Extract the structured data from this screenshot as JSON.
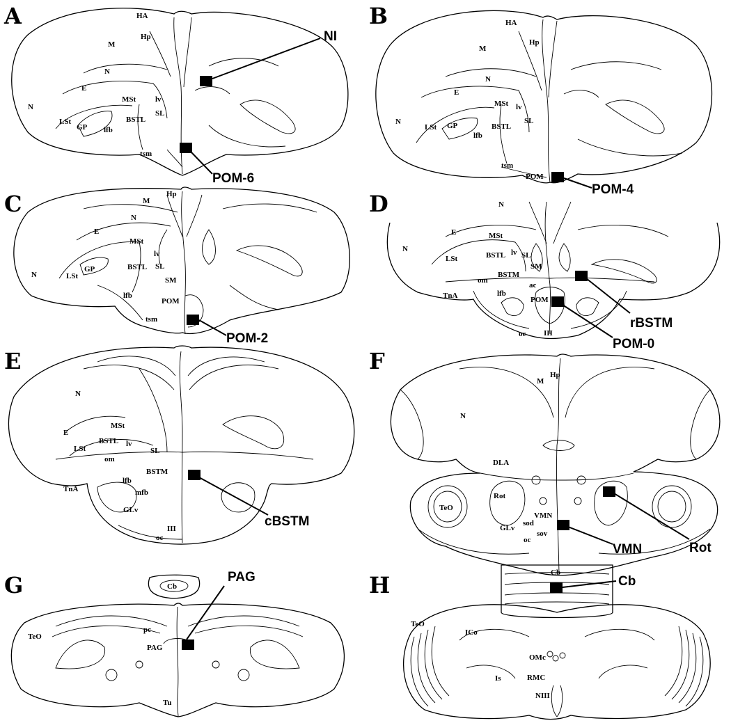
{
  "figure": {
    "panels": [
      {
        "letter": "A",
        "labels": [
          "HA",
          "Hp",
          "M",
          "N",
          "N",
          "E",
          "MSt",
          "lv",
          "SL",
          "BSTL",
          "LSt",
          "GP",
          "lfb",
          "tsm"
        ],
        "callouts": [
          "NI",
          "POM-6"
        ]
      },
      {
        "letter": "B",
        "labels": [
          "HA",
          "Hp",
          "M",
          "N",
          "N",
          "E",
          "MSt",
          "lv",
          "SL",
          "BSTL",
          "LSt",
          "GP",
          "lfb",
          "tsm",
          "POM"
        ],
        "callouts": [
          "POM-4"
        ]
      },
      {
        "letter": "C",
        "labels": [
          "Hp",
          "M",
          "N",
          "N",
          "E",
          "MSt",
          "lv",
          "SL",
          "BSTL",
          "LSt",
          "GP",
          "SM",
          "lfb",
          "POM",
          "tsm"
        ],
        "callouts": [
          "POM-2"
        ]
      },
      {
        "letter": "D",
        "labels": [
          "N",
          "N",
          "E",
          "MSt",
          "LSt",
          "BSTL",
          "lv",
          "SL",
          "SM",
          "BSTM",
          "om",
          "ac",
          "TnA",
          "lfb",
          "POM",
          "oc",
          "III"
        ],
        "callouts": [
          "rBSTM",
          "POM-0"
        ]
      },
      {
        "letter": "E",
        "labels": [
          "N",
          "MSt",
          "E",
          "BSTL",
          "LSt",
          "lv",
          "SL",
          "om",
          "BSTM",
          "TnA",
          "lfb",
          "mfb",
          "GLv",
          "III",
          "oc"
        ],
        "callouts": [
          "cBSTM"
        ]
      },
      {
        "letter": "F",
        "labels": [
          "Hp",
          "M",
          "N",
          "DLA",
          "Rot",
          "TeO",
          "VMN",
          "sod",
          "GLv",
          "sov",
          "oc"
        ],
        "callouts": [
          "VMN",
          "Rot"
        ]
      },
      {
        "letter": "G",
        "labels": [
          "Cb",
          "TeO",
          "pc",
          "PAG",
          "Tu"
        ],
        "callouts": [
          "PAG"
        ]
      },
      {
        "letter": "H",
        "labels": [
          "Cb",
          "TeO",
          "ICo",
          "OMc",
          "Is",
          "RMC",
          "NIII"
        ],
        "callouts": [
          "Cb"
        ]
      }
    ]
  }
}
